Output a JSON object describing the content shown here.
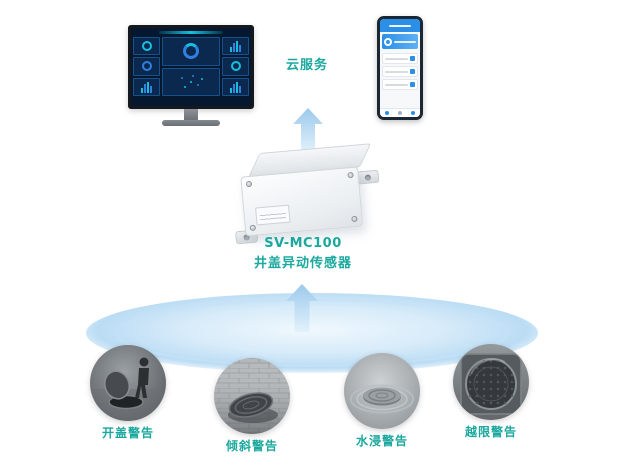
{
  "diagram": {
    "cloud_label": "云服务",
    "device_model": "SV-MC100",
    "device_name": "井盖异动传感器"
  },
  "warnings": [
    {
      "label": "开盖警告"
    },
    {
      "label": "倾斜警告"
    },
    {
      "label": "水浸警告"
    },
    {
      "label": "越限警告"
    }
  ],
  "icons": {
    "dashboard-monitor": "css-shape",
    "mobile-app-phone": "css-shape",
    "sensor-device-box": "css-shape",
    "up-arrow-to-cloud": "svg-arrow",
    "up-arrow-from-platform": "svg-arrow",
    "platform-ellipse": "svg-ellipse",
    "open-cover-image": "svg-illustration",
    "tilt-cover-image": "svg-illustration",
    "flood-cover-image": "svg-illustration",
    "limit-cover-image": "svg-illustration"
  },
  "colors": {
    "accent_teal": "#1ba89e",
    "arrow_blue": "#a8d0ef",
    "platform_blue": "#cfe7f8",
    "app_blue": "#2b8fe8",
    "dashboard_cyan": "#17c0dd"
  }
}
